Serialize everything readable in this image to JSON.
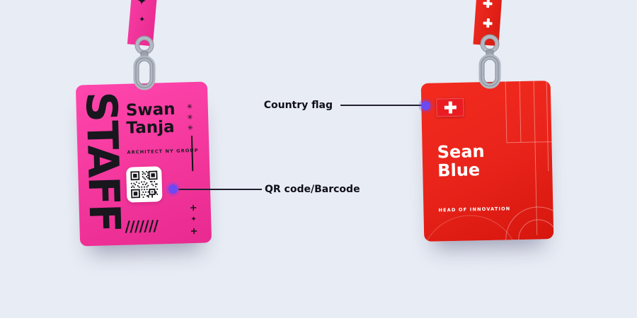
{
  "page": {
    "background": "#e8ecf4",
    "accent_purple": "#6d49f2",
    "annotation_line_color": "#20202f"
  },
  "annotations": {
    "country_flag": {
      "label": "Country flag"
    },
    "qr_code": {
      "label": "QR code/Barcode"
    }
  },
  "badge_left": {
    "card_color": "#f5399f",
    "vertical_label": "STAFF",
    "first_name": "Swan",
    "last_name": "Tanja",
    "role": "ARCHITECT NY GROUP",
    "decor": {
      "star": "✳",
      "sparkle": "✦",
      "plus": "+",
      "slashes": "///////"
    }
  },
  "badge_right": {
    "card_color": "#e9241b",
    "flag": "switzerland",
    "first_name": "Sean",
    "last_name": "Blue",
    "role": "HEAD OF INNOVATION"
  }
}
